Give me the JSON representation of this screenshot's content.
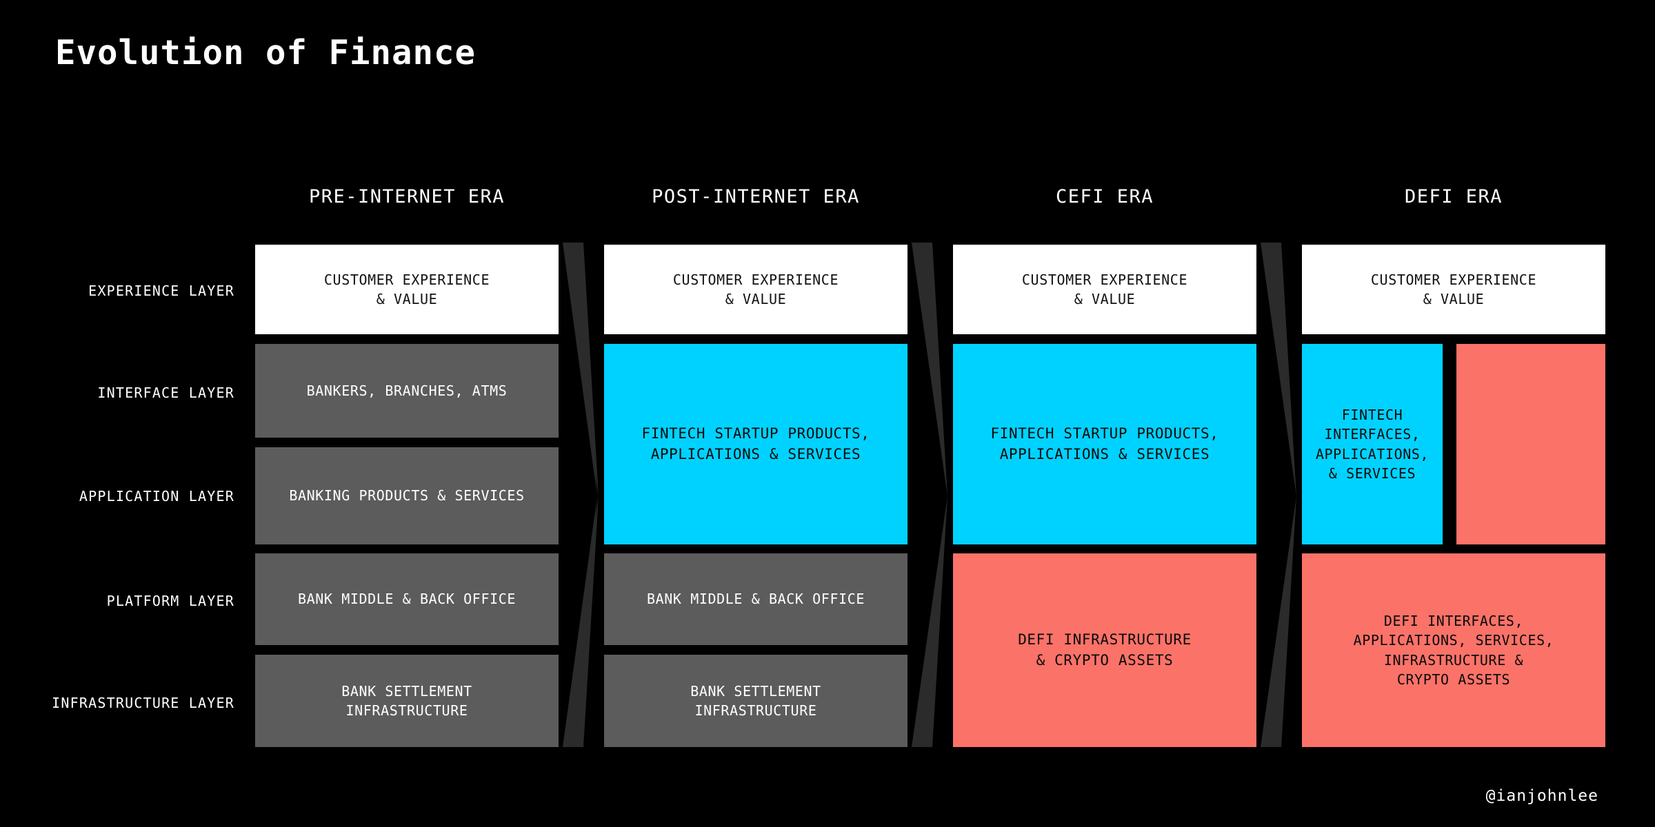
{
  "title": "Evolution of Finance",
  "footer": {
    "handle": "@ianjohnlee"
  },
  "colors": {
    "background": "#000000",
    "experience": "#ffffff",
    "legacy_gray": "#5c5c5c",
    "fintech_cyan": "#00d2ff",
    "defi_red": "#fb7268",
    "connector": "#2b2b2b",
    "text_light": "#ffffff",
    "text_dark": "#111111"
  },
  "row_labels": [
    "EXPERIENCE LAYER",
    "INTERFACE LAYER",
    "APPLICATION LAYER",
    "PLATFORM LAYER",
    "INFRASTRUCTURE LAYER"
  ],
  "columns": [
    {
      "header": "PRE-INTERNET ERA",
      "cells": [
        {
          "layer": "EXPERIENCE LAYER",
          "text": "CUSTOMER EXPERIENCE\n& VALUE",
          "style": "white"
        },
        {
          "layer": "INTERFACE LAYER",
          "text": "BANKERS, BRANCHES, ATMS",
          "style": "gray"
        },
        {
          "layer": "APPLICATION LAYER",
          "text": "BANKING PRODUCTS & SERVICES",
          "style": "gray"
        },
        {
          "layer": "PLATFORM LAYER",
          "text": "BANK MIDDLE & BACK OFFICE",
          "style": "gray"
        },
        {
          "layer": "INFRASTRUCTURE LAYER",
          "text": "BANK SETTLEMENT\nINFRASTRUCTURE",
          "style": "gray"
        }
      ]
    },
    {
      "header": "POST-INTERNET ERA",
      "cells": [
        {
          "layer": "EXPERIENCE LAYER",
          "text": "CUSTOMER EXPERIENCE\n& VALUE",
          "style": "white"
        },
        {
          "layer": "INTERFACE+APPLICATION",
          "text": "FINTECH STARTUP PRODUCTS,\nAPPLICATIONS & SERVICES",
          "style": "cyan"
        },
        {
          "layer": "PLATFORM LAYER",
          "text": "BANK MIDDLE & BACK OFFICE",
          "style": "gray"
        },
        {
          "layer": "INFRASTRUCTURE LAYER",
          "text": "BANK SETTLEMENT\nINFRASTRUCTURE",
          "style": "gray"
        }
      ]
    },
    {
      "header": "CEFI ERA",
      "cells": [
        {
          "layer": "EXPERIENCE LAYER",
          "text": "CUSTOMER EXPERIENCE\n& VALUE",
          "style": "white"
        },
        {
          "layer": "INTERFACE+APPLICATION",
          "text": "FINTECH STARTUP PRODUCTS,\nAPPLICATIONS & SERVICES",
          "style": "cyan"
        },
        {
          "layer": "PLATFORM+INFRASTRUCTURE",
          "text": "DEFI INFRASTRUCTURE\n& CRYPTO ASSETS",
          "style": "red"
        }
      ]
    },
    {
      "header": "DEFI ERA",
      "cells": [
        {
          "layer": "EXPERIENCE LAYER",
          "text": "CUSTOMER EXPERIENCE\n& VALUE",
          "style": "white"
        },
        {
          "layer": "INTERFACE+APPLICATION",
          "text": "FINTECH\nINTERFACES,\nAPPLICATIONS,\n& SERVICES",
          "style": "cyan"
        },
        {
          "layer": "PLATFORM+INFRASTRUCTURE",
          "text": "DEFI INTERFACES,\nAPPLICATIONS, SERVICES,\nINFRASTRUCTURE &\nCRYPTO ASSETS",
          "style": "red"
        }
      ]
    }
  ]
}
